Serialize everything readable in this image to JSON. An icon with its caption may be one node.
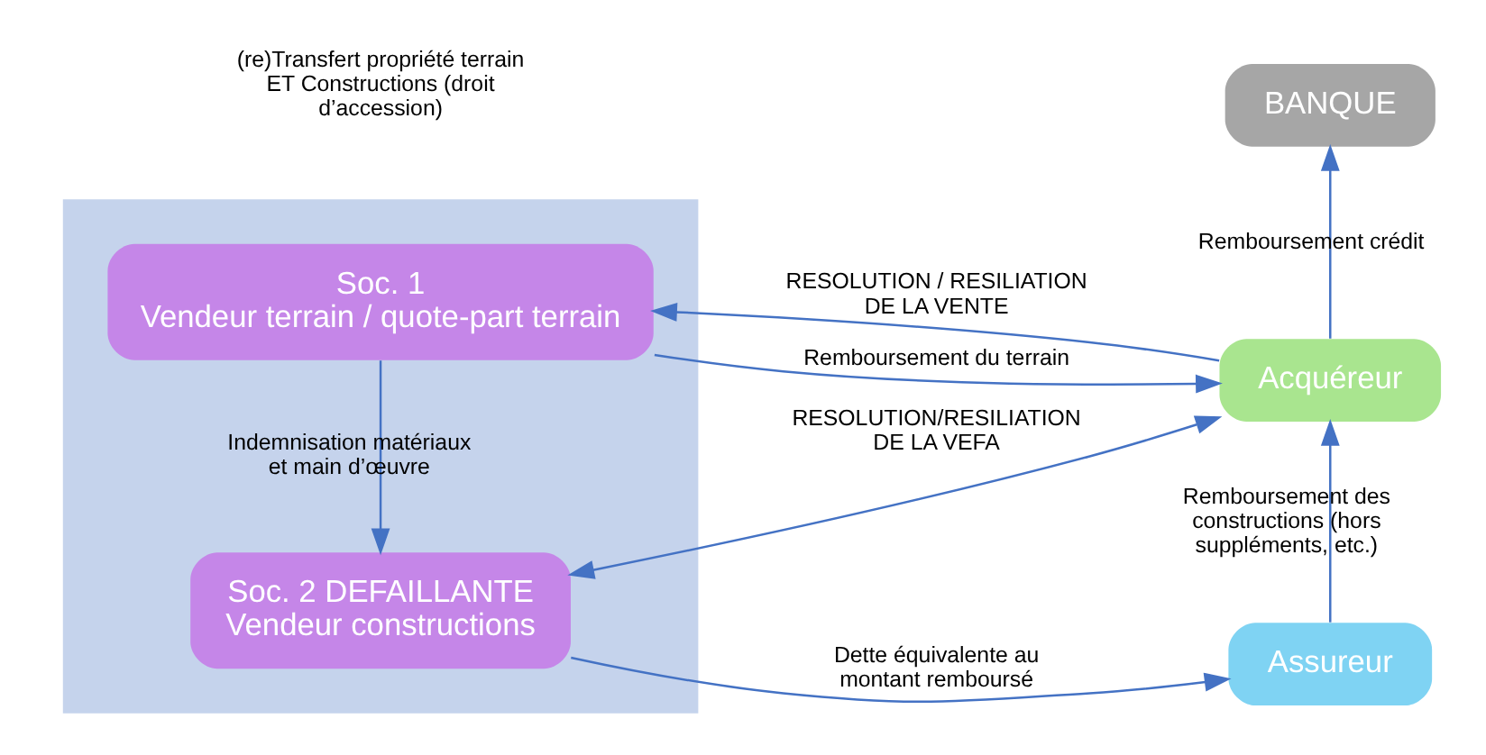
{
  "diagram": {
    "nodes": [
      {
        "text": [],
        "shape": "bar"
      },
      {
        "text": [
          "Soc. 1",
          "Vendeur terrain / quote-part terrain"
        ],
        "in": 0
      },
      {
        "text": [
          "Soc. 2 DEFAILLANTE",
          "Vendeur constructions"
        ],
        "in": 0
      },
      {
        "text": [
          "BANQUE"
        ]
      },
      {
        "text": [
          "Acquéreur"
        ]
      },
      {
        "text": [
          "Assureur"
        ]
      }
    ],
    "edges": [
      {
        "from": 1,
        "to": 4,
        "arrow": "to",
        "label": "Remboursement du terrain"
      },
      {
        "from": 4,
        "to": 1,
        "arrow": "to",
        "label": "RESOLUTION / RESILIATION DE LA VENTE"
      },
      {
        "from": 1,
        "to": 2,
        "arrow": "to",
        "label": "Indemnisation matériaux et main d’œuvre"
      },
      {
        "from": 4,
        "to": 2,
        "arrow": "both",
        "label": "RESOLUTION/RESILIATION DE LA VEFA"
      },
      {
        "from": 2,
        "to": 5,
        "arrow": "to",
        "label": "Dette équivalente au montant remboursé"
      },
      {
        "from": 5,
        "to": 4,
        "arrow": "to",
        "label": "Remboursement des constructions (hors suppléments, etc.)"
      },
      {
        "from": 4,
        "to": 3,
        "arrow": "to",
        "label": "Remboursement crédit"
      }
    ],
    "labels": [
      "(re)Transfert propriété terrain ET Constructions (droit d’accession)"
    ]
  }
}
